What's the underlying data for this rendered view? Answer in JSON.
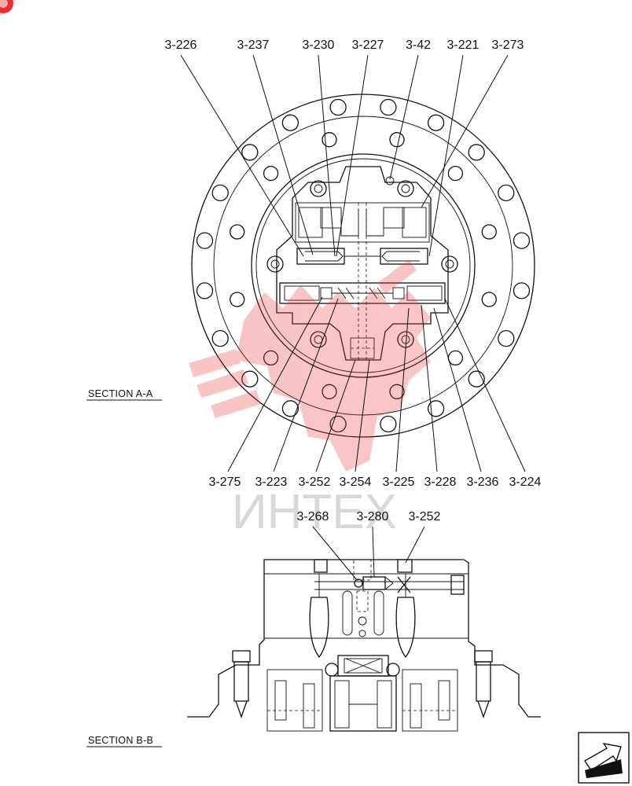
{
  "callouts_top": [
    "3-226",
    "3-237",
    "3-230",
    "3-227",
    "3-42",
    "3-221",
    "3-273"
  ],
  "callouts_bottom": [
    "3-275",
    "3-223",
    "3-252",
    "3-254",
    "3-225",
    "3-228",
    "3-236",
    "3-224"
  ],
  "callouts_section_b": [
    "3-268",
    "3-280",
    "3-252"
  ],
  "section_a_label": "SECTION  A-A",
  "section_b_label": "SECTION  B-B",
  "watermark_text": "ИНТЕХ",
  "colors": {
    "watermark": "#e8312f",
    "line": "#111111"
  },
  "icons": {
    "corner_badge": "red-badge-icon",
    "nav": "next-page-arrow-icon"
  }
}
